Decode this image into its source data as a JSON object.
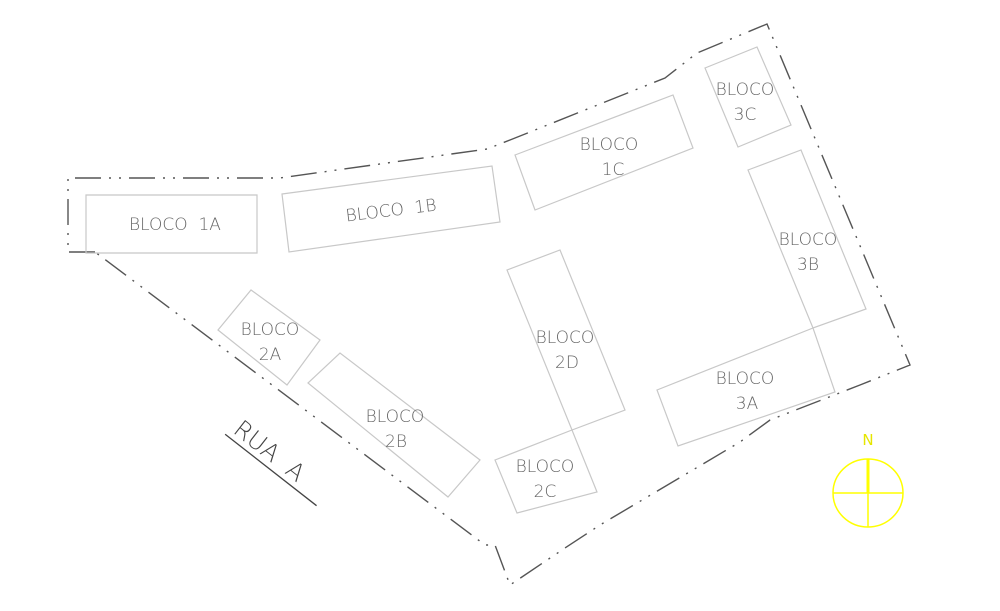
{
  "plan": {
    "blocks": [
      {
        "id": "1A",
        "line1": "BLOCO  1A"
      },
      {
        "id": "1B",
        "line1": "BLOCO  1B"
      },
      {
        "id": "1C",
        "line1": "BLOCO",
        "line2": "1C"
      },
      {
        "id": "3C",
        "line1": "BLOCO",
        "line2": "3C"
      },
      {
        "id": "3B",
        "line1": "BLOCO",
        "line2": "3B"
      },
      {
        "id": "3A",
        "line1": "BLOCO",
        "line2": "3A"
      },
      {
        "id": "2D",
        "line1": "BLOCO",
        "line2": "2D"
      },
      {
        "id": "2C",
        "line1": "BLOCO",
        "line2": "2C"
      },
      {
        "id": "2A",
        "line1": "BLOCO",
        "line2": "2A"
      },
      {
        "id": "2B",
        "line1": "BLOCO",
        "line2": "2B"
      }
    ],
    "street_label": "RUA  A",
    "north_label": "N"
  },
  "colors": {
    "compass": "#ffff00",
    "blocks": "#c8c8c8",
    "boundary": "#555555",
    "text": "#666666"
  }
}
